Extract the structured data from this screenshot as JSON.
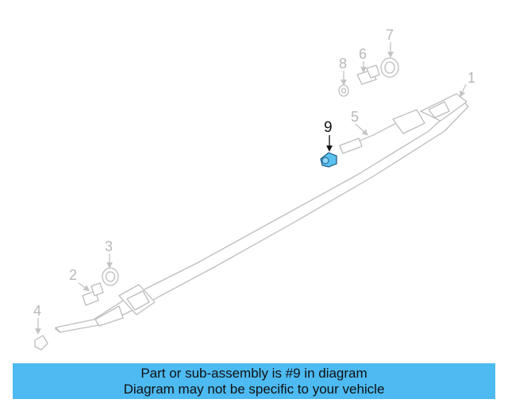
{
  "diagram": {
    "callouts": [
      "1",
      "2",
      "3",
      "4",
      "5",
      "6",
      "7",
      "8",
      "9"
    ],
    "highlight": "9",
    "highlight_color": "#5cc0f0",
    "part_stroke_color": "#bdbdbd"
  },
  "caption": {
    "line1": "Part or sub-assembly is #9 in diagram",
    "line2": "Diagram may not be specific to your vehicle",
    "background": "#4dbaf2"
  }
}
